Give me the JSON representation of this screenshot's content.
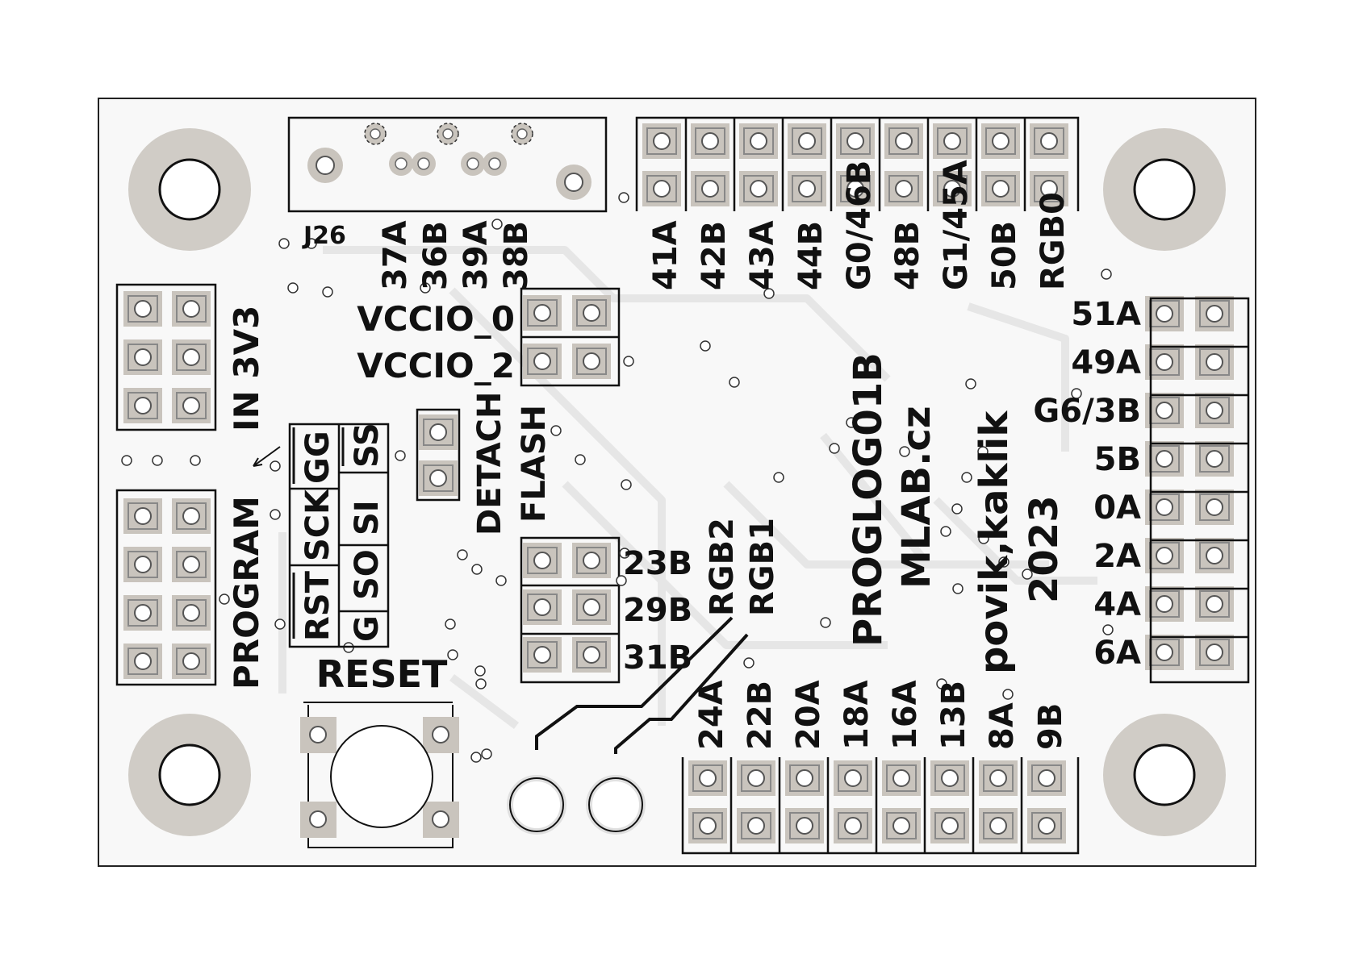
{
  "board": {
    "connector_ref": "J26",
    "top_header_labels": [
      "41A",
      "42B",
      "43A",
      "44B",
      "G0/46B",
      "48B",
      "G1/45A",
      "50B",
      "RGB0"
    ],
    "right_header_labels": [
      "51A",
      "49A",
      "G6/3B",
      "5B",
      "0A",
      "2A",
      "4A",
      "6A"
    ],
    "bottom_header_labels": [
      "24A",
      "22B",
      "20A",
      "18A",
      "16A",
      "13B",
      "8A",
      "9B"
    ],
    "usb_pins": [
      "37A",
      "36B",
      "39A",
      "38B"
    ],
    "vccio_labels": [
      "VCCIO_0",
      "VCCIO_2"
    ],
    "in_3v3": "IN 3V3",
    "program": "PROGRAM",
    "detach": "DETACH",
    "flash": "FLASH",
    "mid_header_labels": [
      "23B",
      "29B",
      "31B"
    ],
    "rgb_labels": [
      "RGB2",
      "RGB1"
    ],
    "reset": "RESET",
    "spi": {
      "col1": [
        "RST",
        "SCK",
        "GG"
      ],
      "col2": [
        "G",
        "SO",
        "SI",
        "SS"
      ],
      "mid_so": "SO"
    },
    "title": "PROGLOG01B",
    "site": "MLAB.cz",
    "authors": "povik,kaklik",
    "year": "2023"
  }
}
